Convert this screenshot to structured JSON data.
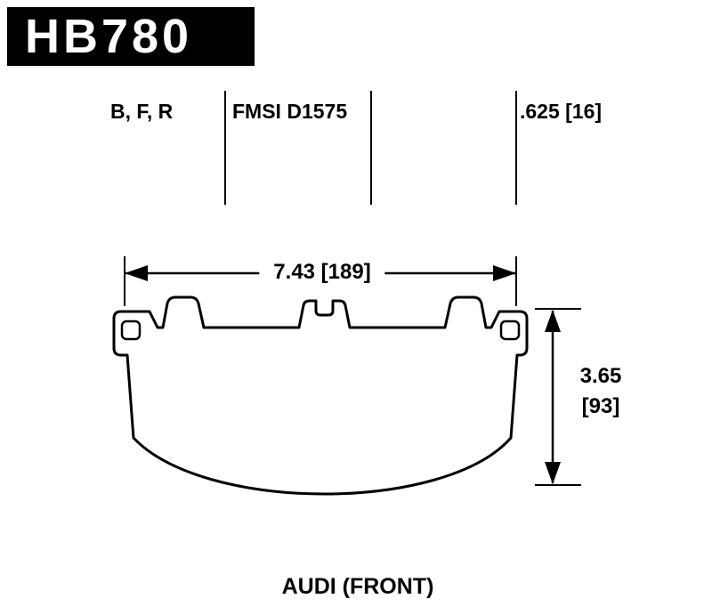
{
  "header": {
    "part_number": "HB780"
  },
  "spec_row": {
    "compounds": "B, F, R",
    "fmsi": "FMSI D1575",
    "thickness": ".625 [16]"
  },
  "dimensions": {
    "width_label": "7.43 [189]",
    "height_value": "3.65",
    "height_mm": "[93]"
  },
  "footer": {
    "application": "AUDI (FRONT)"
  },
  "colors": {
    "ink": "#000000",
    "paper": "#ffffff",
    "header_bg": "#000000",
    "header_text": "#ffffff"
  },
  "drawing": {
    "description": "brake pad outline with width and height dimension arrows"
  }
}
